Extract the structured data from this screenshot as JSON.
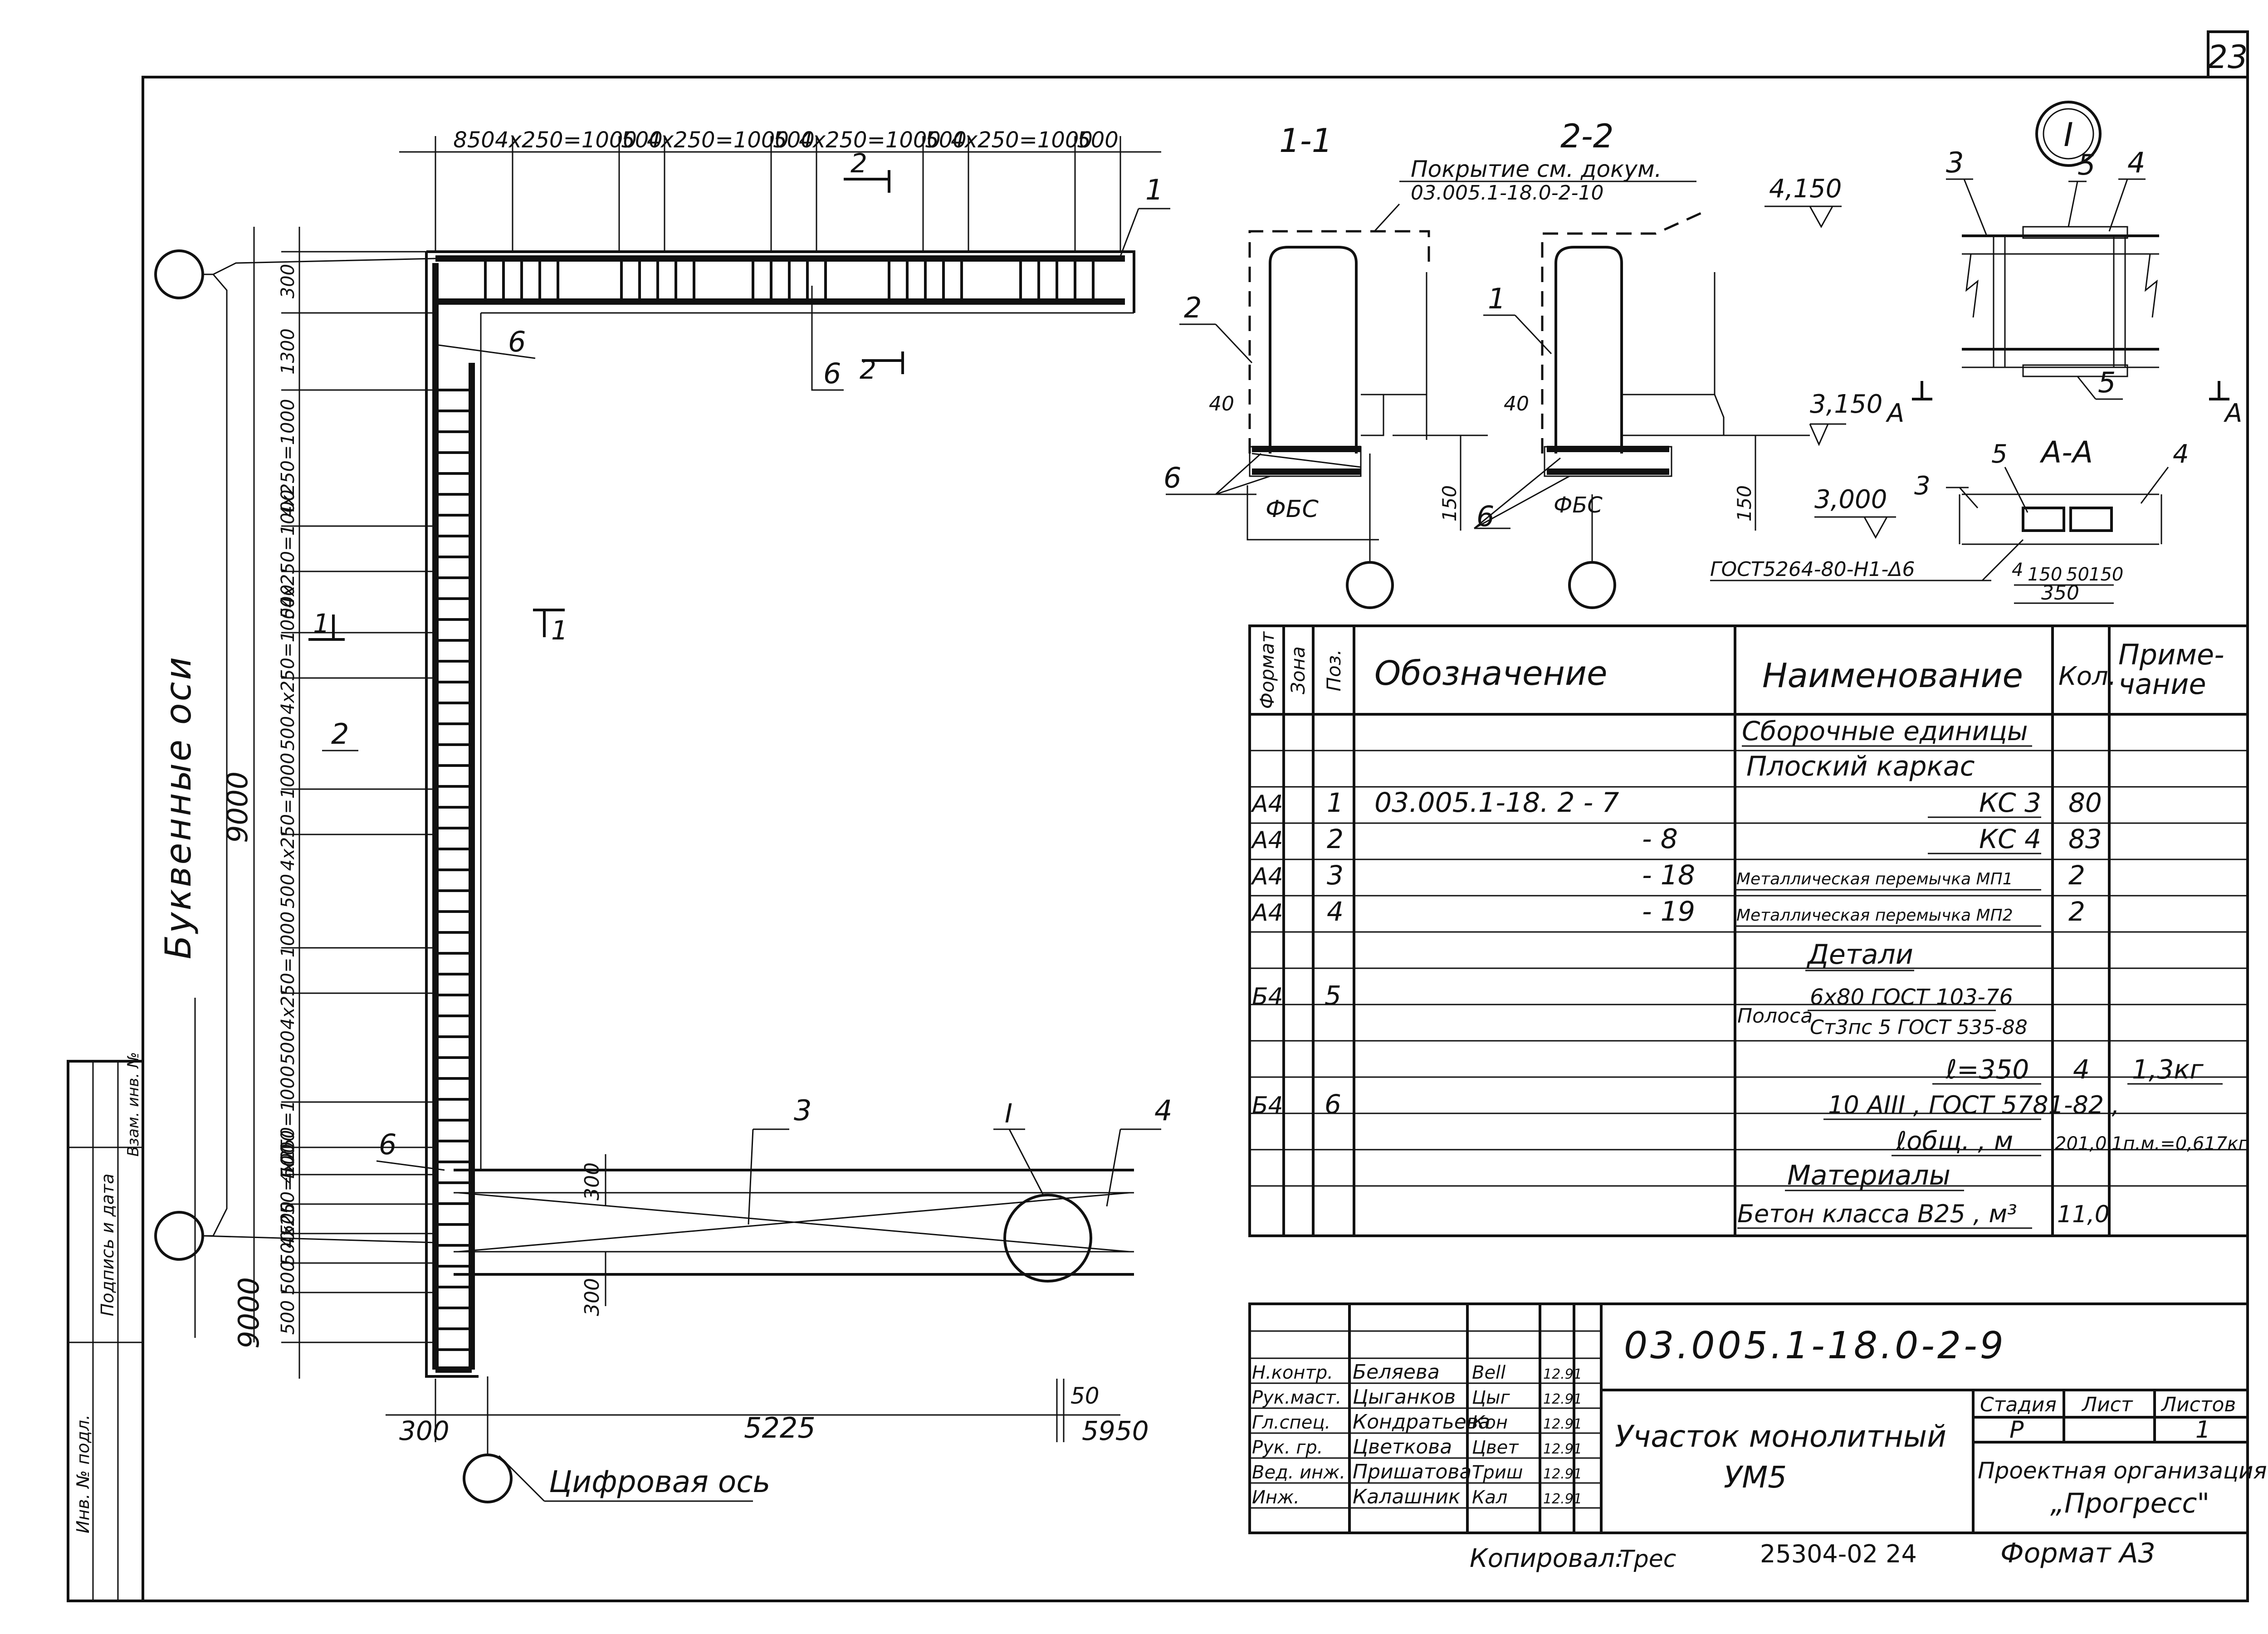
{
  "sheet_number": "23",
  "plan": {
    "top_dims": [
      "850",
      "4x250=1000",
      "500",
      "4x250=1000",
      "500",
      "4x250=1000",
      "500",
      "4x250=1000",
      "500"
    ],
    "left_dims": [
      "300",
      "1300",
      "4x250=1000",
      "4x250=1000",
      "500",
      "4x250=1000",
      "500",
      "4x250=1000",
      "500",
      "4x250=1000",
      "500",
      "4x250=1000",
      "500",
      "4x250=1000",
      "500",
      "500",
      "500",
      "500"
    ],
    "overall_left": "9000",
    "overall_left2": "9000",
    "letter_axes_label": "Буквенные оси",
    "digit_axis_label": "Цифровая ось",
    "bottom_dims": {
      "d300": "300",
      "d5225": "5225",
      "d50": "50",
      "d5950": "5950"
    },
    "inner_dims": [
      "300",
      "300"
    ],
    "section_markers": {
      "s1_left": "1",
      "s1_right": "1",
      "s2_top": "2",
      "s2_bottom": "2"
    },
    "callouts": {
      "c1": "1",
      "c2": "2",
      "c3": "3",
      "c4": "4",
      "c6a": "6",
      "c6b": "6",
      "c6c": "6",
      "node": "I"
    }
  },
  "sections": {
    "t11": "1-1",
    "t22": "2-2",
    "cover_note_1": "Покрытие см. докум.",
    "cover_note_2": "03.005.1-18.0-2-10",
    "fbs": "ФБС",
    "d40": "40",
    "d150": "150",
    "elev_4150": "4,150",
    "elev_3150": "3,150",
    "elev_3000": "3,000",
    "s1_pos2": "2",
    "s1_pos6": "6",
    "s2_pos1": "1",
    "s2_pos6": "6"
  },
  "node_detail": {
    "title": "I",
    "pos3": "3",
    "pos4": "4",
    "pos5": "5",
    "pos5b": "5",
    "marker_a": "А",
    "section_title": "А-А",
    "weld_note": "ГОСТ5264-80-Н1-Δ6",
    "d4": "4",
    "d150a": "150",
    "d50": "50",
    "d150b": "150",
    "d350": "350"
  },
  "spec_table": {
    "headers": [
      "Формат",
      "Зона",
      "Поз.",
      "Обозначение",
      "Наименование",
      "Кол.",
      "Приме-",
      "чание"
    ],
    "section_assemblies": "Сборочные единицы",
    "subsection_frame": "Плоский каркас",
    "rows": [
      {
        "format": "А4",
        "pos": "1",
        "designation": "03.005.1-18. 2  - 7",
        "name": "КС 3",
        "qty": "80",
        "note": ""
      },
      {
        "format": "А4",
        "pos": "2",
        "designation": "- 8",
        "name": "КС 4",
        "qty": "83",
        "note": ""
      },
      {
        "format": "А4",
        "pos": "3",
        "designation": "- 18",
        "name": "Металлическая перемычка МП1",
        "qty": "2",
        "note": ""
      },
      {
        "format": "А4",
        "pos": "4",
        "designation": "- 19",
        "name": "Металлическая перемычка МП2",
        "qty": "2",
        "note": ""
      }
    ],
    "section_details": "Детали",
    "detail5": {
      "format": "Б4",
      "pos": "5",
      "name_word": "Полоса",
      "name_top": "6х80 ГОСТ 103-76",
      "name_bottom": "Ст3пс 5 ГОСТ 535-88",
      "length": "ℓ=350",
      "qty": "4",
      "note": "1,3кг"
    },
    "detail6": {
      "format": "Б4",
      "pos": "6",
      "line1": "10 АIII , ГОСТ 5781-82 ,",
      "line2": "ℓобщ. ,  м",
      "qty": "201,0",
      "note": "1п.м.=0,617кг"
    },
    "section_materials": "Материалы",
    "material": {
      "name": "Бетон класса В25 , м³",
      "qty": "11,0"
    }
  },
  "title_block": {
    "code": "03.005.1-18.0-2-9",
    "object_title_1": "Участок  монолитный",
    "object_title_2": "УМ5",
    "roles": [
      {
        "role": "Н.контр.",
        "name": "Беляева",
        "sig": "Bell",
        "date": "12.91"
      },
      {
        "role": "Рук.маст.",
        "name": "Цыганков",
        "sig": "Цыг",
        "date": "12.91"
      },
      {
        "role": "Гл.спец.",
        "name": "Кондратьева",
        "sig": "Кон",
        "date": "12.91"
      },
      {
        "role": "Рук. гр.",
        "name": "Цветкова",
        "sig": "Цвет",
        "date": "12.91"
      },
      {
        "role": "Вед. инж.",
        "name": "Пришатова",
        "sig": "Триш",
        "date": "12.91"
      },
      {
        "role": "Инж.",
        "name": "Калашник",
        "sig": "Кал",
        "date": "12.91"
      }
    ],
    "stage_label": "Стадия",
    "sheet_label": "Лист",
    "sheets_label": "Листов",
    "stage_value": "Р",
    "sheets_value": "1",
    "organization_1": "Проектная организация",
    "organization_2": "„Прогресс\""
  },
  "footer": {
    "copied": "Копировал:",
    "copied_sig": "Трес",
    "archive": "25304-02  24",
    "format": "Формат  А3"
  },
  "side_stamp": [
    "Инв. № подл.",
    "Подпись и дата",
    "Взам. инв. №"
  ]
}
